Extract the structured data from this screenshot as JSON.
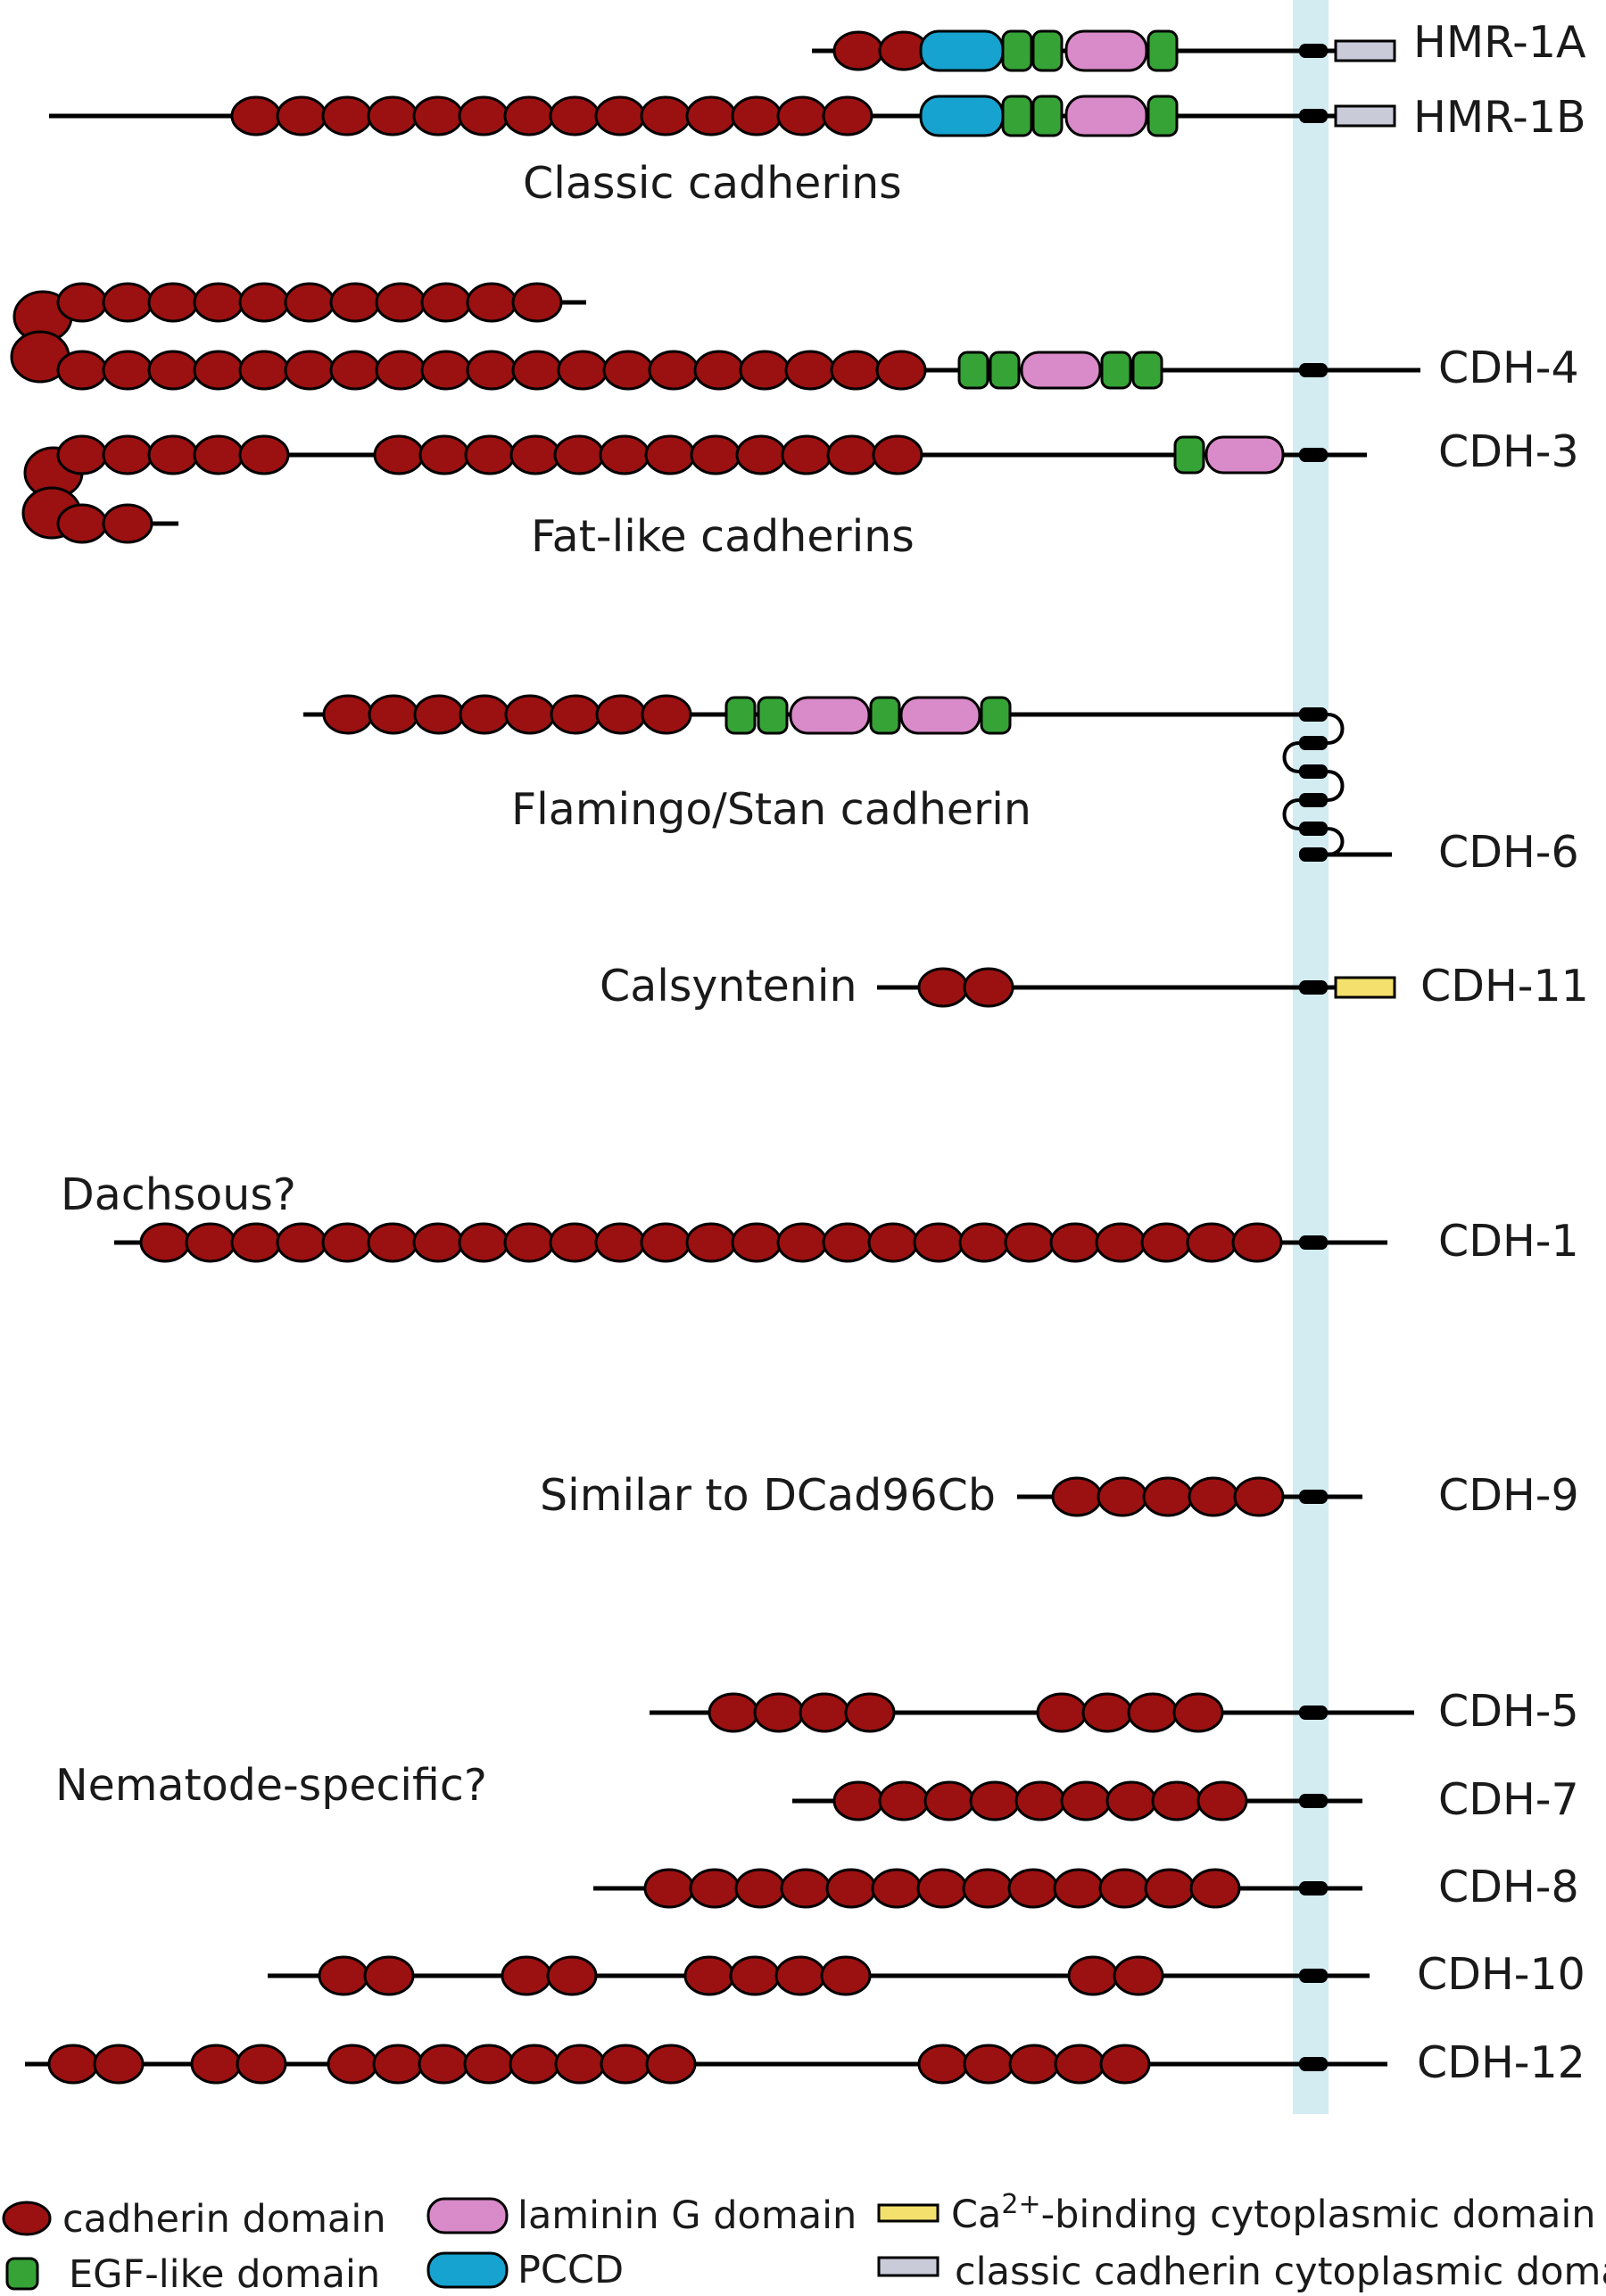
{
  "colors": {
    "cadherin": "#9b1111",
    "egf": "#36a336",
    "laminin": "#d98ac8",
    "pccd": "#16a3d0",
    "ca_binding": "#f4e06c",
    "classic_cyto": "#c9cbd9",
    "membrane": "#d3ecf1",
    "tm": "#000000"
  },
  "group_labels": {
    "classic": "Classic cadherins",
    "fat": "Fat-like cadherins",
    "flamingo": "Flamingo/Stan cadherin",
    "calsyntenin": "Calsyntenin",
    "dachsous": "Dachsous?",
    "dcad": "Similar to DCad96Cb",
    "nematode": "Nematode-specific?"
  },
  "proteins": {
    "hmr1a": "HMR-1A",
    "hmr1b": "HMR-1B",
    "cdh4": "CDH-4",
    "cdh3": "CDH-3",
    "cdh6": "CDH-6",
    "cdh11": "CDH-11",
    "cdh1": "CDH-1",
    "cdh9": "CDH-9",
    "cdh5": "CDH-5",
    "cdh7": "CDH-7",
    "cdh8": "CDH-8",
    "cdh10": "CDH-10",
    "cdh12": "CDH-12"
  },
  "legend": {
    "cadherin": "cadherin domain",
    "egf": "EGF-like domain",
    "laminin": "laminin G domain",
    "pccd": "PCCD",
    "ca_prefix": "Ca",
    "ca_sup": "2+",
    "ca_suffix": "-binding cytoplasmic domain",
    "classic": "classic cadherin cytoplasmic domain"
  }
}
